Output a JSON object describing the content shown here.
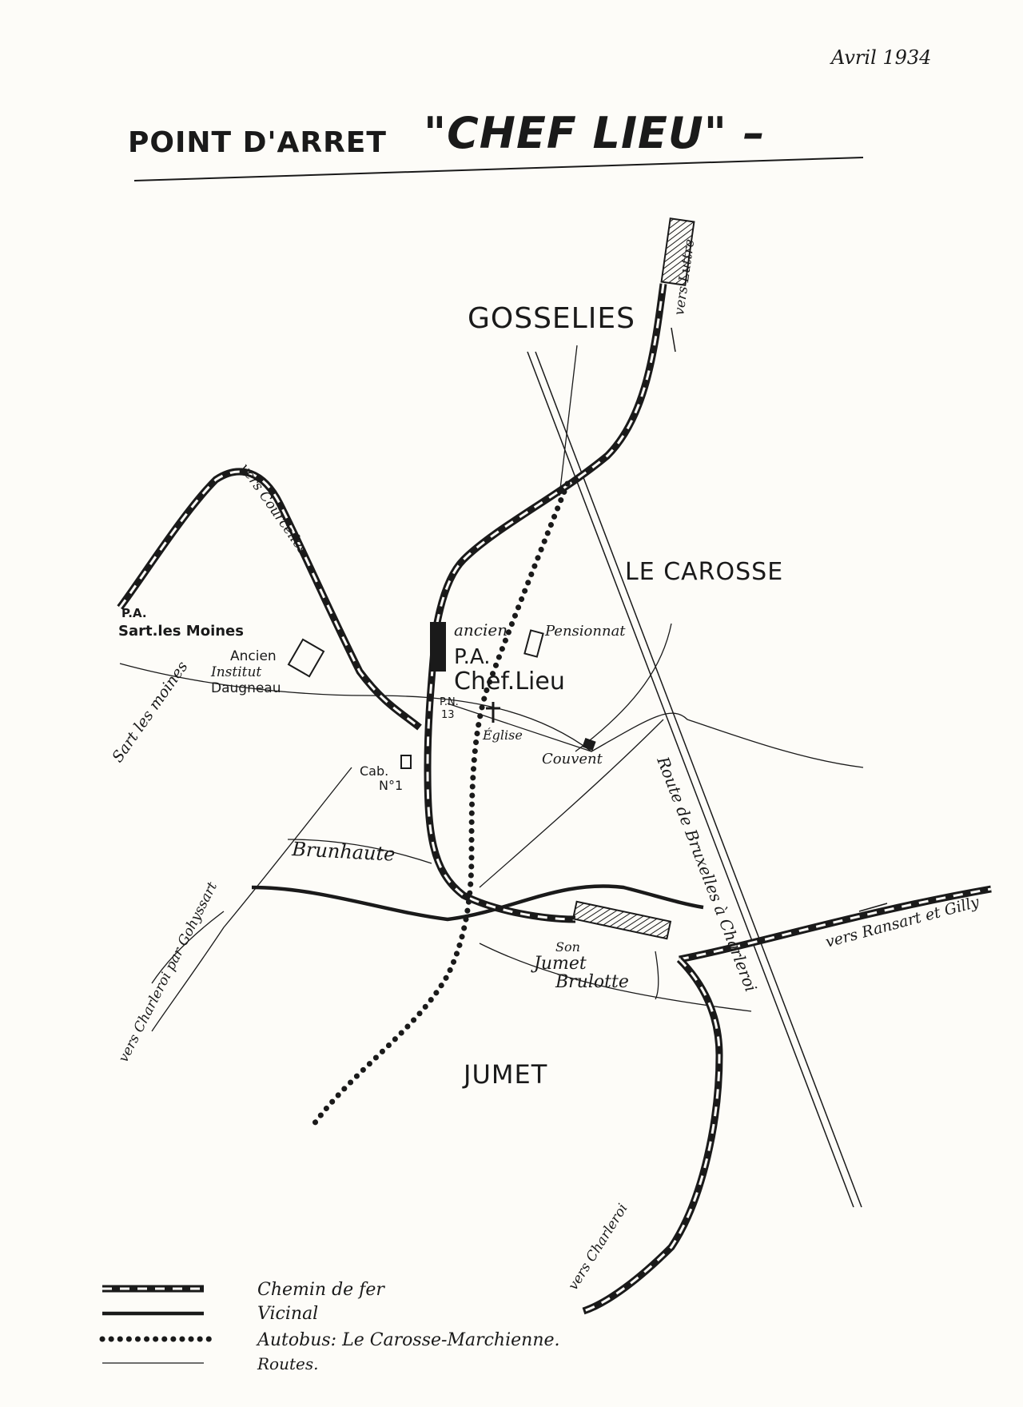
{
  "header": {
    "date": "Avril 1934",
    "title_prefix": "POINT D'ARRET",
    "title_main": "\"CHEF LIEU\" –"
  },
  "places": {
    "gosselies": "GOSSELIES",
    "le_carosse": "LE CAROSSE",
    "jumet": "JUMET",
    "brunhaute": "Brunhaute"
  },
  "stations": {
    "pa_sart_line1": "P.A.",
    "pa_sart_line2": "Sart.les Moines",
    "ancien_pa_prefix": "ancien",
    "pa_chef_lieu_line1": "P.A.",
    "pa_chef_lieu_line2": "Chef.Lieu",
    "jumet_brulotte_line1": "Jumet",
    "jumet_brulotte_line2": "Brulotte",
    "brulotte_code": "Son"
  },
  "landmarks": {
    "ancien_institut_line1": "Ancien",
    "ancien_institut_line2": "Institut",
    "ancien_institut_line3": "Daugneau",
    "pensionnat": "Pensionnat",
    "eglise": "Église",
    "couvent": "Couvent",
    "cab_line1": "Cab.",
    "cab_line2": "N°1",
    "pn_line1": "P.N.",
    "pn_line2": "13"
  },
  "directions": {
    "vers_luttre": "vers Luttre",
    "vers_courcelles": "vers Courcelles",
    "sart_les_moines": "Sart les moines",
    "vers_charleroi_gohyssart": "vers Charleroi par Gohyssart",
    "vers_ransart_gilly": "vers Ransart et Gilly",
    "vers_charleroi_south": "vers Charleroi",
    "route_bruxelles": "Route de Bruxelles à Charleroi"
  },
  "legend": {
    "items": [
      {
        "type": "railway",
        "label": "Chemin de fer"
      },
      {
        "type": "tram",
        "label": "Vicinal"
      },
      {
        "type": "bus",
        "label": "Autobus: Le Carosse-Marchienne."
      },
      {
        "type": "road",
        "label": "Routes."
      }
    ]
  },
  "colors": {
    "ink": "#1a1a1a",
    "paper": "#fdfcf8"
  }
}
